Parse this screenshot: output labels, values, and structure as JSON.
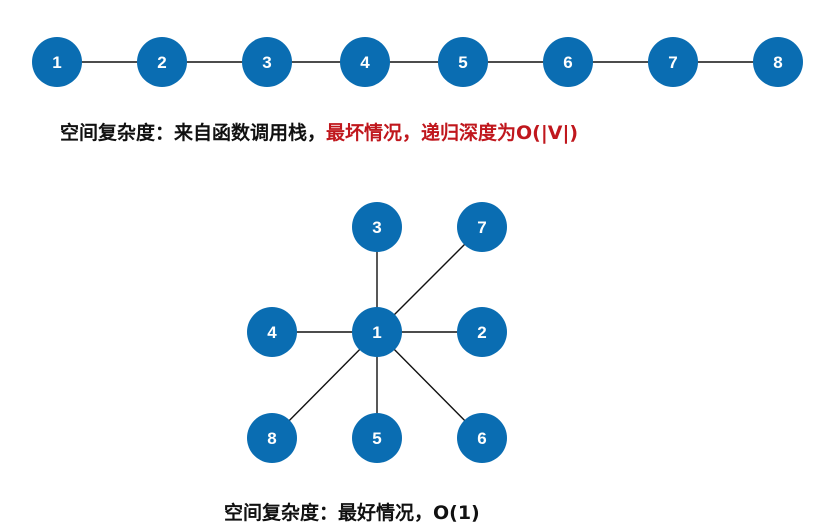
{
  "colors": {
    "node_fill": "#0a6db2",
    "node_text": "#ffffff",
    "edge": "#111111",
    "caption": "#111111",
    "highlight": "#c0171d"
  },
  "chain_graph": {
    "nodes": [
      "1",
      "2",
      "3",
      "4",
      "5",
      "6",
      "7",
      "8"
    ],
    "edges": [
      [
        "1",
        "2"
      ],
      [
        "2",
        "3"
      ],
      [
        "3",
        "4"
      ],
      [
        "4",
        "5"
      ],
      [
        "5",
        "6"
      ],
      [
        "6",
        "7"
      ],
      [
        "7",
        "8"
      ]
    ]
  },
  "chain_caption": {
    "prefix": "空间复杂度：来自函数调用栈，",
    "highlight": "最坏情况，递归深度为O(|V|)"
  },
  "star_graph": {
    "center": "1",
    "nodes": [
      "1",
      "2",
      "3",
      "4",
      "5",
      "6",
      "7",
      "8"
    ],
    "edges": [
      [
        "1",
        "2"
      ],
      [
        "1",
        "3"
      ],
      [
        "1",
        "4"
      ],
      [
        "1",
        "5"
      ],
      [
        "1",
        "6"
      ],
      [
        "1",
        "7"
      ],
      [
        "1",
        "8"
      ]
    ]
  },
  "star_caption": {
    "text": "空间复杂度：最好情况，O(1)"
  }
}
